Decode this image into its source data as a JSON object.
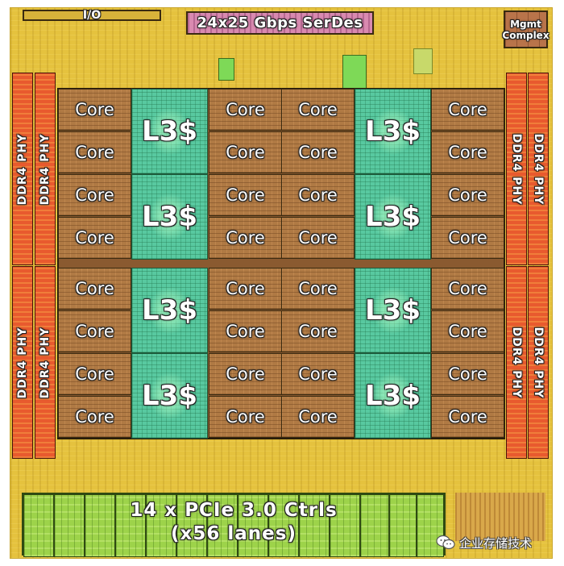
{
  "labels": {
    "io": "I/O",
    "serdes": "24x25 Gbps SerDes",
    "mgmt_line1": "Mgmt",
    "mgmt_line2": "Complex",
    "core": "Core",
    "l3": "L3$",
    "ddr": "DDR4 PHY",
    "pcie_line1": "14 x PCIe 3.0 Ctrls",
    "pcie_line2": "(x56 lanes)"
  },
  "watermark": {
    "text": "企业存储技术",
    "icon": "wechat-icon"
  },
  "colors": {
    "die": "#e5c23e",
    "core": "#b07a44",
    "l3_cache": "#58c9a0",
    "ddr_phy": "#e85a2e",
    "pcie": "#9dd34a",
    "serdes": "#d98ab0"
  },
  "counts": {
    "cores": 32,
    "l3_blocks": 8,
    "ddr_phys": 8,
    "pcie_controllers": 14
  }
}
